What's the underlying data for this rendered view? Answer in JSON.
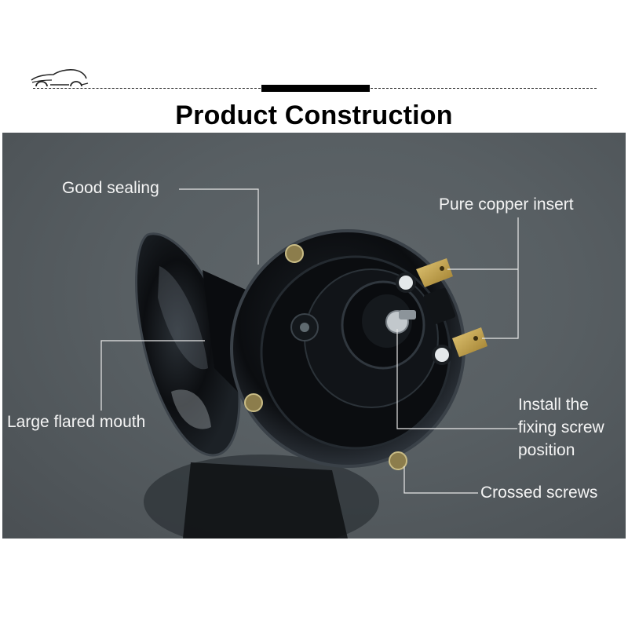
{
  "header": {
    "logo_icon": "car-outline-icon",
    "title": "Product Construction"
  },
  "callouts": [
    {
      "id": "good-sealing",
      "text": "Good sealing"
    },
    {
      "id": "pure-copper-insert",
      "text": "Pure copper insert"
    },
    {
      "id": "large-flared-mouth",
      "text": "Large flared mouth"
    },
    {
      "id": "fixing-screw-position",
      "lines": [
        "Install the",
        "fixing screw",
        "position"
      ]
    },
    {
      "id": "crossed-screws",
      "text": "Crossed screws"
    }
  ],
  "colors": {
    "panel_bg": "#585f63",
    "label_text": "#f4f4f4",
    "leader_line": "#e8e8e8",
    "copper": "#c9a84a",
    "horn_body": "#0d0f12"
  }
}
